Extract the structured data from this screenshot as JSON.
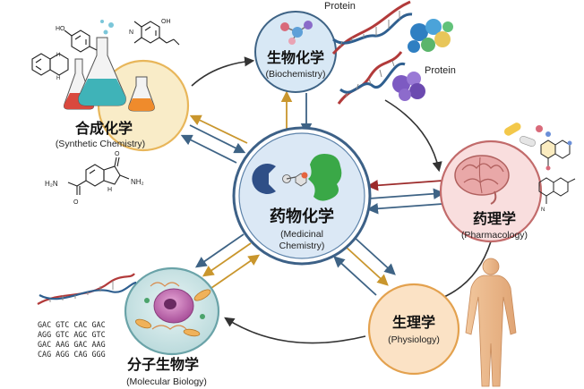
{
  "nodes": {
    "center": {
      "zh": "药物化学",
      "en1": "(Medicinal",
      "en2": "Chemistry)"
    },
    "biochem": {
      "zh": "生物化学",
      "en": "(Biochemistry)"
    },
    "synthetic": {
      "zh": "合成化学",
      "en": "(Synthetic Chemistry)"
    },
    "pharm": {
      "zh": "药理学",
      "en": "(Pharmacology)"
    },
    "physio": {
      "zh": "生理学",
      "en": "(Physiology)"
    },
    "molbio": {
      "zh": "分子生物学",
      "en": "(Molecular Biology)"
    }
  },
  "labels": {
    "protein_top": "Protein",
    "protein_right": "Protein"
  },
  "dna_sequence": [
    "GAC GTC CAC GAC",
    "AGG GTC AGC GTC",
    "GAC AAG GAC AAG",
    "CAG AGG CAG GGG"
  ],
  "chem": {
    "nh2": "H₂N",
    "nh2b": "NH₂",
    "oh": "OH",
    "ho": "HO",
    "o": "O",
    "n": "N",
    "h": "H"
  },
  "colors": {
    "center_fill": "#dbe8f5",
    "center_ring": "#3d6187",
    "biochem_fill": "#d8e8f5",
    "synthetic_fill": "#f9ecc8",
    "synthetic_ring": "#e8b65a",
    "pharm_fill": "#f9dede",
    "pharm_ring": "#c26b6b",
    "physio_fill": "#fbe2c5",
    "physio_ring": "#e3a14e",
    "molbio_fill": "#d8ecec",
    "molbio_ring": "#6aa3a8",
    "arrow_gold": "#c9962d",
    "arrow_blue": "#3e6385",
    "arrow_red": "#9c2b2b",
    "arrow_dark": "#333333"
  }
}
